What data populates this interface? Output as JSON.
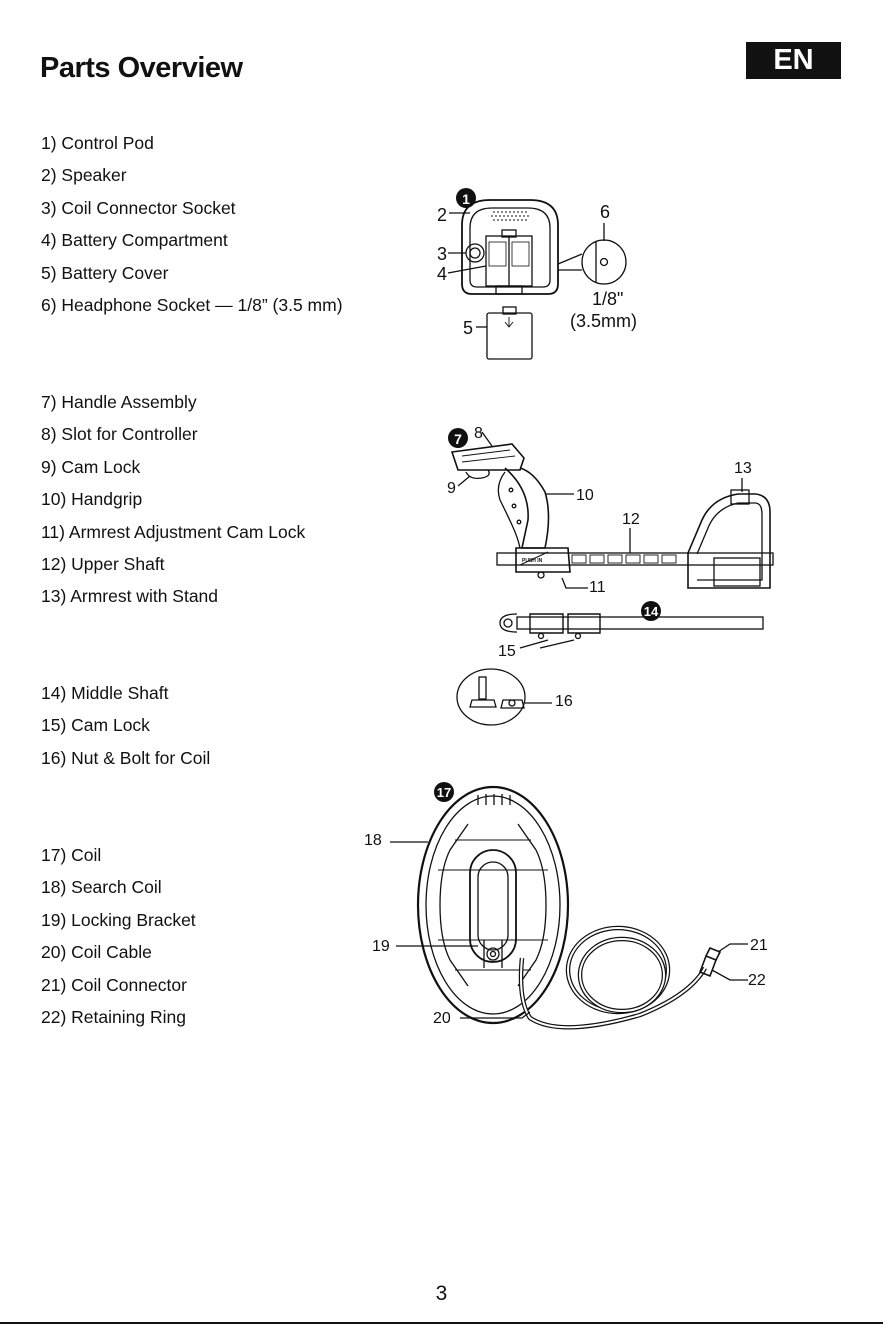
{
  "header": {
    "title": "Parts Overview",
    "language_badge": "EN"
  },
  "groups": [
    {
      "items": [
        "1) Control Pod",
        "2) Speaker",
        "3) Coil Connector Socket",
        "4) Battery Compartment",
        "5) Battery Cover",
        "6) Headphone Socket — 1/8” (3.5 mm)"
      ]
    },
    {
      "items": [
        "7) Handle Assembly",
        "8) Slot for Controller",
        "9) Cam Lock",
        "10) Handgrip",
        "11) Armrest Adjustment Cam Lock",
        "12) Upper Shaft",
        "13) Armrest with Stand"
      ]
    },
    {
      "items": [
        "14) Middle Shaft",
        "15) Cam Lock",
        "16) Nut & Bolt for Coil"
      ]
    },
    {
      "items": [
        "17) Coil",
        "18) Search Coil",
        "19) Locking Bracket",
        "20) Coil Cable",
        "21) Coil Connector",
        "22) Retaining Ring"
      ]
    }
  ],
  "callouts": {
    "c1": "1",
    "c2": "2",
    "c3": "3",
    "c4": "4",
    "c5": "5",
    "c6": "6",
    "size_fraction": "1/8\"",
    "size_mm": "(3.5mm)",
    "c7": "7",
    "c8": "8",
    "c9": "9",
    "c10": "10",
    "c11": "11",
    "c12": "12",
    "c13": "13",
    "c14": "14",
    "c15": "15",
    "c16": "16",
    "c17": "17",
    "c18": "18",
    "c19": "19",
    "c20": "20",
    "c21": "21",
    "c22": "22",
    "push_in": "PUSH IN"
  },
  "page_number": "3"
}
